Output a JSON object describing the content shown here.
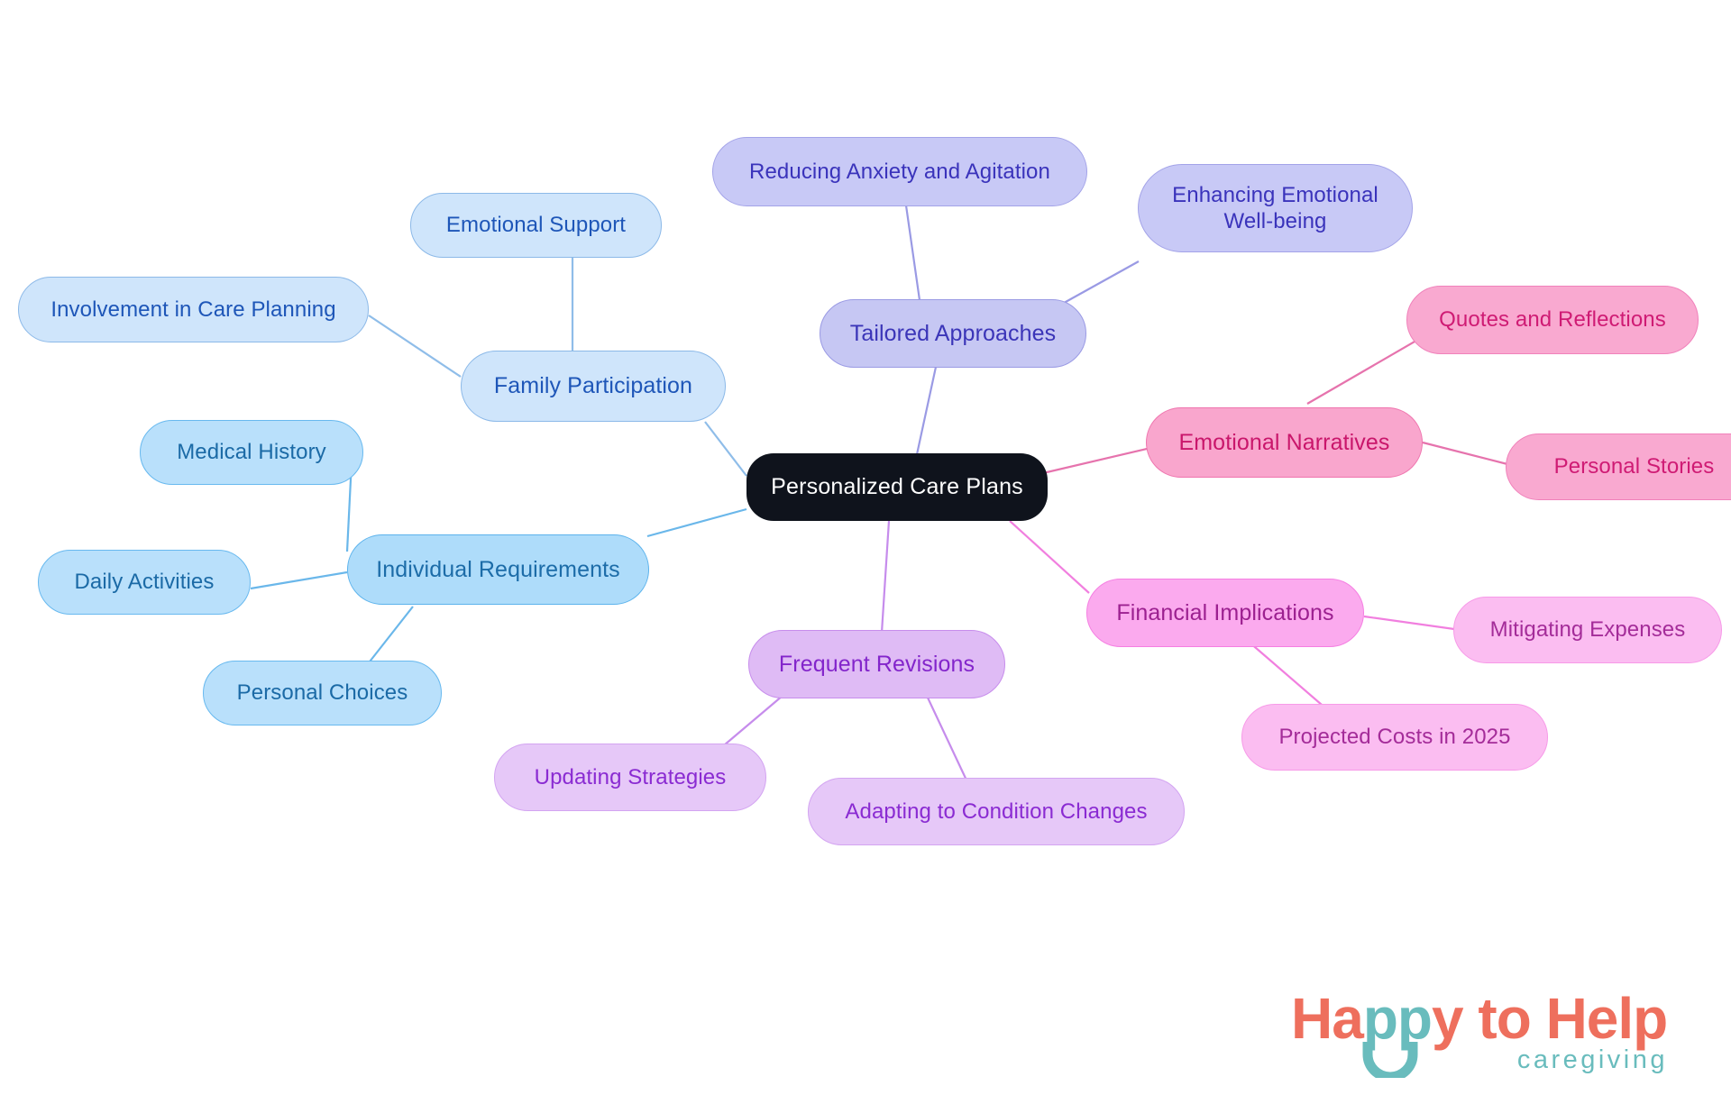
{
  "diagram": {
    "type": "mind-map",
    "title": "Personalized Care Plans",
    "background": "#ffffff",
    "root": {
      "id": "root",
      "label": "Personalized Care Plans",
      "fill": "#0f131c",
      "text_color": "#ffffff"
    },
    "branches": [
      {
        "id": "individual-requirements",
        "label": "Individual Requirements",
        "fill": "#aedcfa",
        "stroke": "#5cb3ec",
        "text_color": "#1c6ca8",
        "children": [
          {
            "id": "medical-history",
            "label": "Medical History",
            "fill": "#b9e0fb",
            "stroke": "#68b9ef",
            "text_color": "#1b6aa6"
          },
          {
            "id": "daily-activities",
            "label": "Daily Activities",
            "fill": "#b9e0fb",
            "stroke": "#68b9ef",
            "text_color": "#1b6aa6"
          },
          {
            "id": "personal-choices",
            "label": "Personal Choices",
            "fill": "#b9e0fb",
            "stroke": "#68b9ef",
            "text_color": "#1b6aa6"
          }
        ]
      },
      {
        "id": "family-participation",
        "label": "Family Participation",
        "fill": "#cfe5fb",
        "stroke": "#8cb9e8",
        "text_color": "#1e56b8",
        "children": [
          {
            "id": "involvement-in-care-planning",
            "label": "Involvement in Care Planning",
            "fill": "#cfe5fb",
            "stroke": "#8cb9e8",
            "text_color": "#1e56b8"
          },
          {
            "id": "emotional-support",
            "label": "Emotional Support",
            "fill": "#cfe5fb",
            "stroke": "#8cb9e8",
            "text_color": "#1e56b8"
          }
        ]
      },
      {
        "id": "tailored-approaches",
        "label": "Tailored Approaches",
        "fill": "#c6c7f3",
        "stroke": "#9a9ae4",
        "text_color": "#3b35b8",
        "children": [
          {
            "id": "reducing-anxiety-and-agitation",
            "label": "Reducing Anxiety and Agitation",
            "fill": "#c8c9f6",
            "stroke": "#a3a3e8",
            "text_color": "#3a33bb"
          },
          {
            "id": "enhancing-emotional-well-being",
            "label": "Enhancing Emotional\nWell-being",
            "fill": "#c8c9f6",
            "stroke": "#a3a3e8",
            "text_color": "#3a33bb"
          }
        ]
      },
      {
        "id": "emotional-narratives",
        "label": "Emotional Narratives",
        "fill": "#f9a6cd",
        "stroke": "#ef74ae",
        "text_color": "#c9166b",
        "children": [
          {
            "id": "quotes-and-reflections",
            "label": "Quotes and Reflections",
            "fill": "#f9a9d0",
            "stroke": "#f082bb",
            "text_color": "#cf1b74"
          },
          {
            "id": "personal-stories",
            "label": "Personal Stories",
            "fill": "#f9a9d0",
            "stroke": "#f082bb",
            "text_color": "#cf1b74"
          }
        ]
      },
      {
        "id": "financial-implications",
        "label": "Financial Implications",
        "fill": "#fbaaee",
        "stroke": "#f57fe2",
        "text_color": "#9c2090",
        "children": [
          {
            "id": "mitigating-expenses",
            "label": "Mitigating Expenses",
            "fill": "#fbbdf1",
            "stroke": "#f79ae8",
            "text_color": "#a42c99"
          },
          {
            "id": "projected-costs-in-2025",
            "label": "Projected Costs in 2025",
            "fill": "#fbbdf1",
            "stroke": "#f79ae8",
            "text_color": "#a42c99"
          }
        ]
      },
      {
        "id": "frequent-revisions",
        "label": "Frequent Revisions",
        "fill": "#dfbbf5",
        "stroke": "#c78dec",
        "text_color": "#8325cb",
        "children": [
          {
            "id": "updating-strategies",
            "label": "Updating Strategies",
            "fill": "#e6c8f8",
            "stroke": "#d3a4f1",
            "text_color": "#8a2bd2"
          },
          {
            "id": "adapting-to-condition-changes",
            "label": "Adapting to Condition Changes",
            "fill": "#e6c8f8",
            "stroke": "#d3a4f1",
            "text_color": "#8a2bd2"
          }
        ]
      }
    ]
  },
  "logo": {
    "word_happy_h": "H",
    "word_happy_a": "a",
    "word_happy_pp": "pp",
    "word_happy_y": "y",
    "word_to": " to ",
    "word_help": "Help",
    "tagline": "caregiving",
    "coral": "#ee6f5d",
    "teal": "#69bcbd"
  }
}
